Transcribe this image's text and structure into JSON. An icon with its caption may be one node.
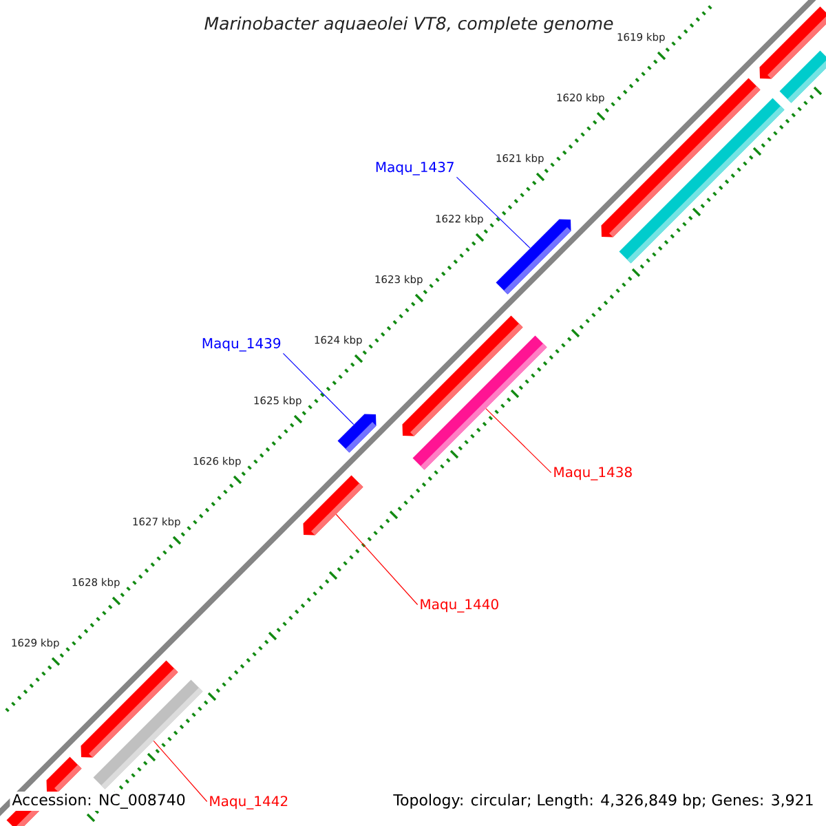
{
  "diagram": {
    "title": "Marinobacter aquaeolei VT8, complete genome",
    "nodes": [
      {
        "text": [
          "Maqu_1437"
        ]
      },
      {
        "text": [
          "Maqu_1439"
        ]
      },
      {
        "text": [
          "Maqu_1438"
        ]
      },
      {
        "text": [
          "Maqu_1440"
        ]
      },
      {
        "text": [
          "Maqu_1442"
        ]
      },
      {
        "text": [],
        "shape": "bar"
      },
      {
        "text": [],
        "shape": "bar"
      },
      {
        "text": [],
        "shape": "bar"
      },
      {
        "text": [],
        "shape": "bar"
      },
      {
        "text": [],
        "shape": "bar"
      }
    ],
    "edges": [
      {
        "from": 0,
        "to": 5,
        "arrow": "none",
        "color": "#0000ff"
      },
      {
        "from": 1,
        "to": 7,
        "arrow": "none",
        "color": "#0000ff"
      },
      {
        "from": 2,
        "to": 6,
        "arrow": "none"
      },
      {
        "from": 3,
        "to": 8,
        "arrow": "none"
      },
      {
        "from": 4,
        "to": 9,
        "arrow": "none"
      }
    ],
    "labels": [
      "1619 kbp",
      "1620 kbp",
      "1621 kbp",
      "1622 kbp",
      "1623 kbp",
      "1624 kbp",
      "1625 kbp",
      "1626 kbp",
      "1627 kbp",
      "1628 kbp",
      "1629 kbp",
      "Accession: NC_008740",
      "Topology: circular; Length: 4,326,849 bp; Genes: 3,921"
    ]
  }
}
